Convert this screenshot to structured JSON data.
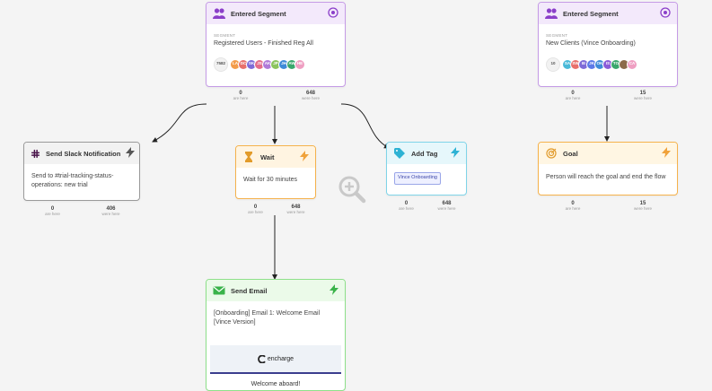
{
  "nodes": {
    "segment1": {
      "title": "Entered Segment",
      "kicker": "SEGMENT",
      "name": "Registered Users - Finished Reg All",
      "count": "7582",
      "avatars": [
        {
          "initials": "LA",
          "color": "#f39c4a"
        },
        {
          "initials": "DC",
          "color": "#e8716b"
        },
        {
          "initials": "SK",
          "color": "#7f6bd8"
        },
        {
          "initials": "JS",
          "color": "#e46c8a"
        },
        {
          "initials": "AK",
          "color": "#b07ad8"
        },
        {
          "initials": "JP",
          "color": "#8cc45e"
        },
        {
          "initials": "JH",
          "color": "#3f8bd8"
        },
        {
          "initials": "AW",
          "color": "#3aa76d"
        },
        {
          "initials": "HE",
          "color": "#ef9fc2"
        }
      ],
      "stat_left_num": "0",
      "stat_left_label": "are here",
      "stat_right_num": "648",
      "stat_right_label": "were here"
    },
    "segment2": {
      "title": "Entered Segment",
      "kicker": "SEGMENT",
      "name": "New Clients (Vince Onboarding)",
      "count": "10",
      "avatars": [
        {
          "initials": "SA",
          "color": "#49b9d8"
        },
        {
          "initials": "SW",
          "color": "#e8716b"
        },
        {
          "initials": "IE",
          "color": "#7f6bd8"
        },
        {
          "initials": "JK",
          "color": "#5d7ae8"
        },
        {
          "initials": "OK",
          "color": "#3f8bd8"
        },
        {
          "initials": "IS",
          "color": "#8a5bd8"
        },
        {
          "initials": "TO",
          "color": "#3aa76d"
        },
        {
          "initials": "",
          "color": "#8c6b4a"
        },
        {
          "initials": "CA",
          "color": "#ef9fc2"
        }
      ],
      "stat_left_num": "0",
      "stat_left_label": "are here",
      "stat_right_num": "15",
      "stat_right_label": "were here"
    },
    "slack": {
      "title": "Send Slack Notification",
      "body": "Send to #trial-tracking-status-operations: new trial",
      "stat_left_num": "0",
      "stat_left_label": "are here",
      "stat_right_num": "406",
      "stat_right_label": "were here"
    },
    "wait": {
      "title": "Wait",
      "body": "Wait for 30 minutes",
      "stat_left_num": "0",
      "stat_left_label": "are here",
      "stat_right_num": "648",
      "stat_right_label": "were here"
    },
    "tag": {
      "title": "Add Tag",
      "chip": "Vince Onboarding",
      "stat_left_num": "0",
      "stat_left_label": "are here",
      "stat_right_num": "648",
      "stat_right_label": "were here"
    },
    "goal": {
      "title": "Goal",
      "body": "Person will reach the goal and end the flow",
      "stat_left_num": "0",
      "stat_left_label": "are here",
      "stat_right_num": "15",
      "stat_right_label": "were here"
    },
    "email": {
      "title": "Send Email",
      "subject": "[Onboarding] Email 1: Welcome Email [Vince Version]",
      "brand": "encharge",
      "preview": "Welcome aboard!"
    }
  },
  "colors": {
    "segment_border": "#c59be6",
    "segment_head": "#f3e9fb",
    "segment_icon": "#8b3fc9",
    "slack_border": "#9a9a9a",
    "slack_head": "#f2f2f2",
    "wait_border": "#f5b24c",
    "wait_head": "#fff4e1",
    "wait_icon": "#e29b2a",
    "tag_border": "#7fd4e8",
    "tag_head": "#e6f7fb",
    "tag_icon": "#2db2d4",
    "goal_border": "#f5b24c",
    "goal_head": "#fff6e3",
    "goal_icon": "#e29b2a",
    "email_border": "#8ee08a",
    "email_head": "#ebfae9",
    "email_icon": "#3ab34a",
    "bolt": "#f0a23a",
    "bolt_green": "#3ab34a"
  }
}
